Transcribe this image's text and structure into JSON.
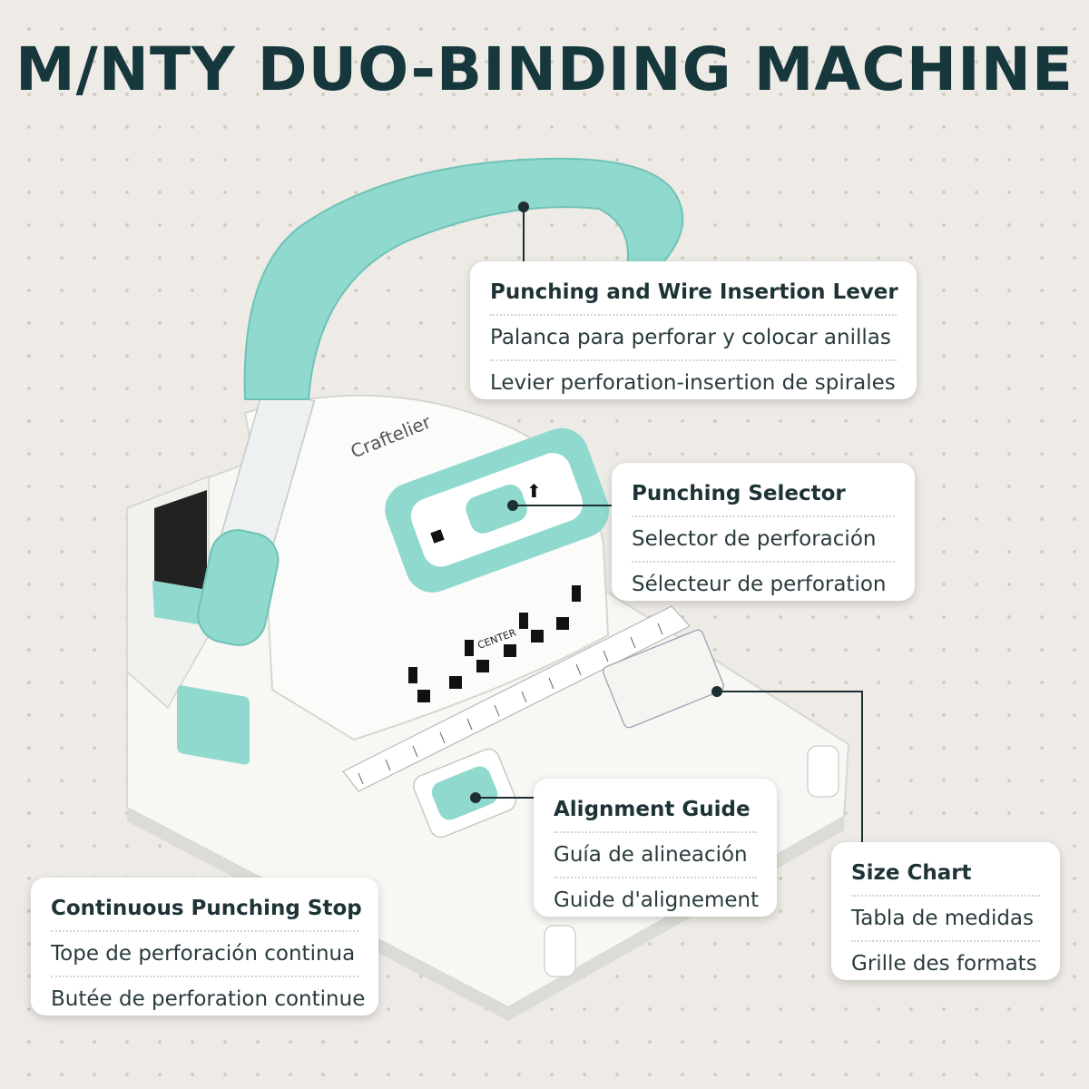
{
  "title": "M/NTY DUO-BINDING MACHINE",
  "colors": {
    "mint": "#8fd9cf",
    "dark_text": "#16383c",
    "machine": "#f5f5f2"
  },
  "machine": {
    "brand": "Craftelier",
    "center_label": "CENTER"
  },
  "callouts": {
    "lever": {
      "en": "Punching and Wire Insertion Lever",
      "es": "Palanca para perforar y colocar anillas",
      "fr": "Levier perforation-insertion de spirales"
    },
    "selector": {
      "en": "Punching Selector",
      "es": "Selector de perforación",
      "fr": "Sélecteur de perforation"
    },
    "alignment": {
      "en": "Alignment Guide",
      "es": "Guía de alineación",
      "fr": "Guide d'alignement"
    },
    "size_chart": {
      "en": "Size Chart",
      "es": "Tabla de medidas",
      "fr": "Grille des formats"
    },
    "stop": {
      "en": "Continuous Punching Stop",
      "es": "Tope de perforación continua",
      "fr": "Butée de perforation continue"
    }
  }
}
